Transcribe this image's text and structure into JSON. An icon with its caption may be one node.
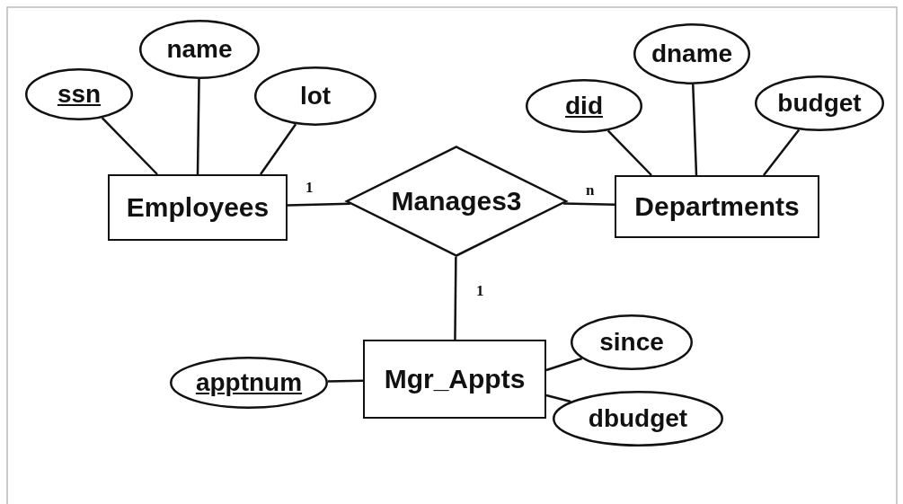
{
  "diagram": {
    "nodes": [
      {
        "text": [
          "ssn"
        ]
      },
      {
        "text": [
          "name"
        ]
      },
      {
        "text": [
          "lot"
        ]
      },
      {
        "text": [
          "did"
        ]
      },
      {
        "text": [
          "dname"
        ]
      },
      {
        "text": [
          "budget"
        ]
      },
      {
        "text": [
          "Employees"
        ]
      },
      {
        "text": [
          "Manages3"
        ]
      },
      {
        "text": [
          "Departments"
        ]
      },
      {
        "text": [
          "apptnum"
        ]
      },
      {
        "text": [
          "Mgr_Appts"
        ]
      },
      {
        "text": [
          "since"
        ]
      },
      {
        "text": [
          "dbudget"
        ]
      }
    ],
    "edges": [
      {
        "from": 0,
        "to": 6,
        "arrow": "none"
      },
      {
        "from": 1,
        "to": 6,
        "arrow": "none"
      },
      {
        "from": 2,
        "to": 6,
        "arrow": "none"
      },
      {
        "from": 3,
        "to": 8,
        "arrow": "none"
      },
      {
        "from": 4,
        "to": 8,
        "arrow": "none"
      },
      {
        "from": 5,
        "to": 8,
        "arrow": "none"
      },
      {
        "from": 6,
        "to": 7,
        "arrow": "none",
        "label": "1"
      },
      {
        "from": 7,
        "to": 8,
        "arrow": "none",
        "label": "n"
      },
      {
        "from": 7,
        "to": 10,
        "arrow": "none",
        "label": "1"
      },
      {
        "from": 9,
        "to": 10,
        "arrow": "none"
      },
      {
        "from": 10,
        "to": 11,
        "arrow": "none"
      },
      {
        "from": 10,
        "to": 12,
        "arrow": "none"
      }
    ]
  }
}
